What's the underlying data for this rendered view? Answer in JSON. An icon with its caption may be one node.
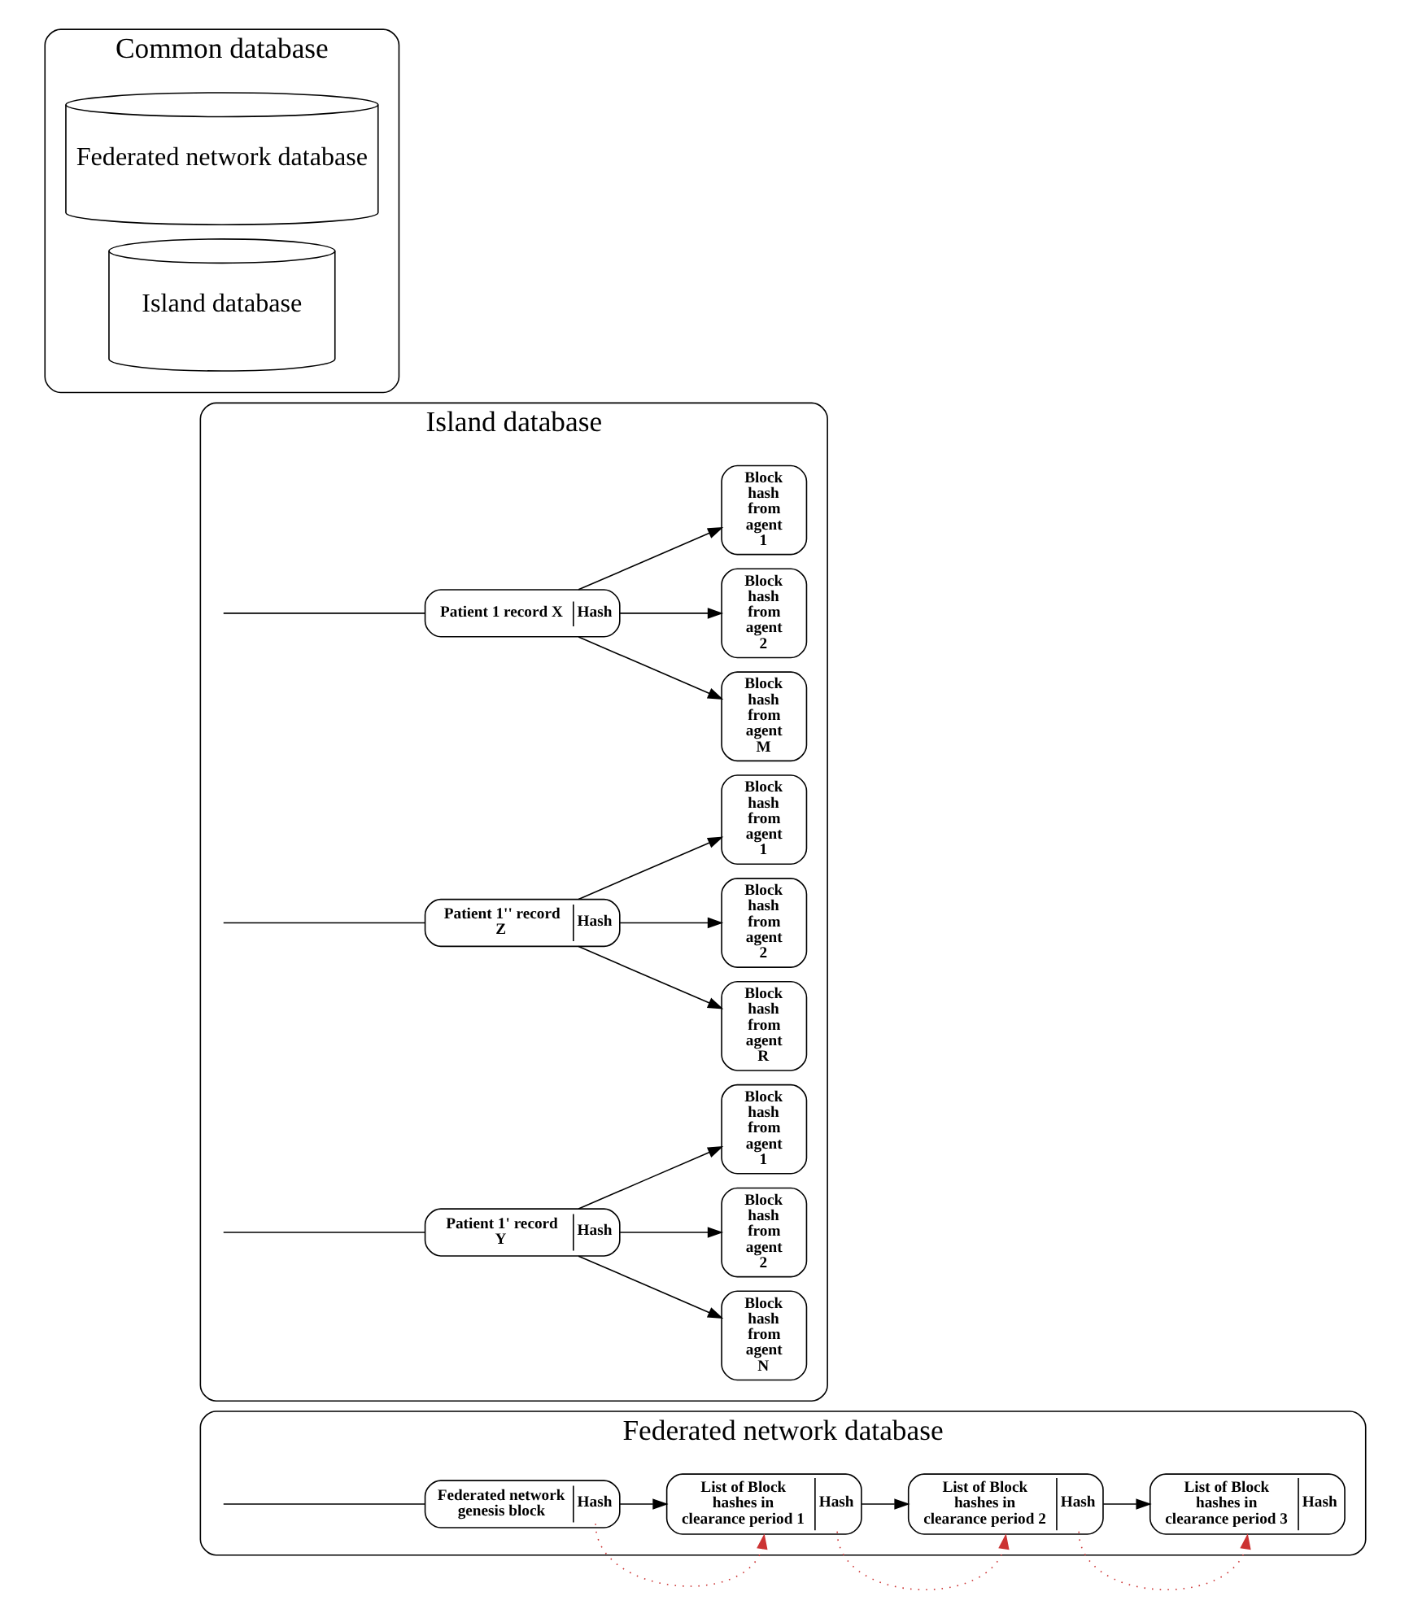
{
  "diagram": {
    "nodes": [
      {
        "text": [
          "Common database"
        ]
      },
      {
        "text": [
          "Island database"
        ],
        "in": 0
      },
      {
        "text": [
          "Federated network database"
        ],
        "in": 0
      },
      {
        "text": [
          "Island database"
        ]
      },
      {
        "text": [
          "Patient 1 record X",
          "Hash"
        ],
        "in": 3
      },
      {
        "text": [
          "Block hash from agent 1"
        ],
        "in": 3
      },
      {
        "text": [
          "Block hash from agent 2"
        ],
        "in": 3
      },
      {
        "text": [
          "Block hash from agent M"
        ],
        "in": 3
      },
      {
        "text": [
          "Patient 1'' record Z",
          "Hash"
        ],
        "in": 3
      },
      {
        "text": [
          "Block hash from agent 1"
        ],
        "in": 3
      },
      {
        "text": [
          "Block hash from agent 2"
        ],
        "in": 3
      },
      {
        "text": [
          "Block hash from agent R"
        ],
        "in": 3
      },
      {
        "text": [
          "Patient 1' record Y",
          "Hash"
        ],
        "in": 3
      },
      {
        "text": [
          "Block hash from agent 1"
        ],
        "in": 3
      },
      {
        "text": [
          "Block hash from agent 2"
        ],
        "in": 3
      },
      {
        "text": [
          "Block hash from agent N"
        ],
        "in": 3
      },
      {
        "text": [
          "Federated network database"
        ]
      },
      {
        "text": [
          "Federated network genesis block",
          "Hash"
        ],
        "in": 16
      },
      {
        "text": [
          "List of Block hashes in clearance period 1",
          "Hash"
        ],
        "in": 16
      },
      {
        "text": [
          "List of Block hashes in clearance period 2",
          "Hash"
        ],
        "in": 16
      },
      {
        "text": [
          "List of Block hashes in clearance period 3",
          "Hash"
        ],
        "in": 16
      }
    ],
    "edges": [
      {
        "from": null,
        "to": 4,
        "arrow": "none"
      },
      {
        "from": 4,
        "to": 5,
        "arrow": "to"
      },
      {
        "from": 4,
        "to": 6,
        "arrow": "to"
      },
      {
        "from": 4,
        "to": 7,
        "arrow": "to"
      },
      {
        "from": null,
        "to": 8,
        "arrow": "none"
      },
      {
        "from": 8,
        "to": 9,
        "arrow": "to"
      },
      {
        "from": 8,
        "to": 10,
        "arrow": "to"
      },
      {
        "from": 8,
        "to": 11,
        "arrow": "to"
      },
      {
        "from": null,
        "to": 12,
        "arrow": "none"
      },
      {
        "from": 12,
        "to": 13,
        "arrow": "to"
      },
      {
        "from": 12,
        "to": 14,
        "arrow": "to"
      },
      {
        "from": 12,
        "to": 15,
        "arrow": "to"
      },
      {
        "from": null,
        "to": 17,
        "arrow": "none"
      },
      {
        "from": 17,
        "to": 18,
        "arrow": "to"
      },
      {
        "from": 18,
        "to": 19,
        "arrow": "to"
      },
      {
        "from": 19,
        "to": 20,
        "arrow": "to"
      },
      {
        "from": 17,
        "to": 18,
        "arrow": "to",
        "style": "dashed",
        "color": "#cc3333"
      },
      {
        "from": 18,
        "to": 19,
        "arrow": "to",
        "style": "dashed",
        "color": "#cc3333"
      },
      {
        "from": 19,
        "to": 20,
        "arrow": "to",
        "style": "dashed",
        "color": "#cc3333"
      }
    ]
  }
}
